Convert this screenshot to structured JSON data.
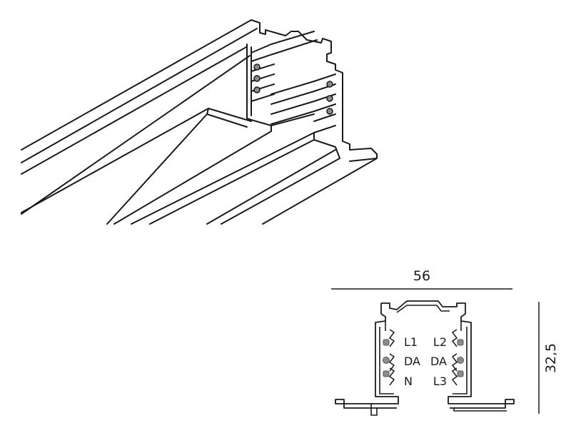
{
  "dimensions": {
    "width": "56",
    "height": "32,5"
  },
  "conductors": {
    "left": [
      "L1",
      "DA",
      "N"
    ],
    "right": [
      "L2",
      "DA",
      "L3"
    ]
  },
  "colors": {
    "line": "#1a1a1a",
    "contact": "#8c8c8c",
    "background": "#ffffff"
  }
}
